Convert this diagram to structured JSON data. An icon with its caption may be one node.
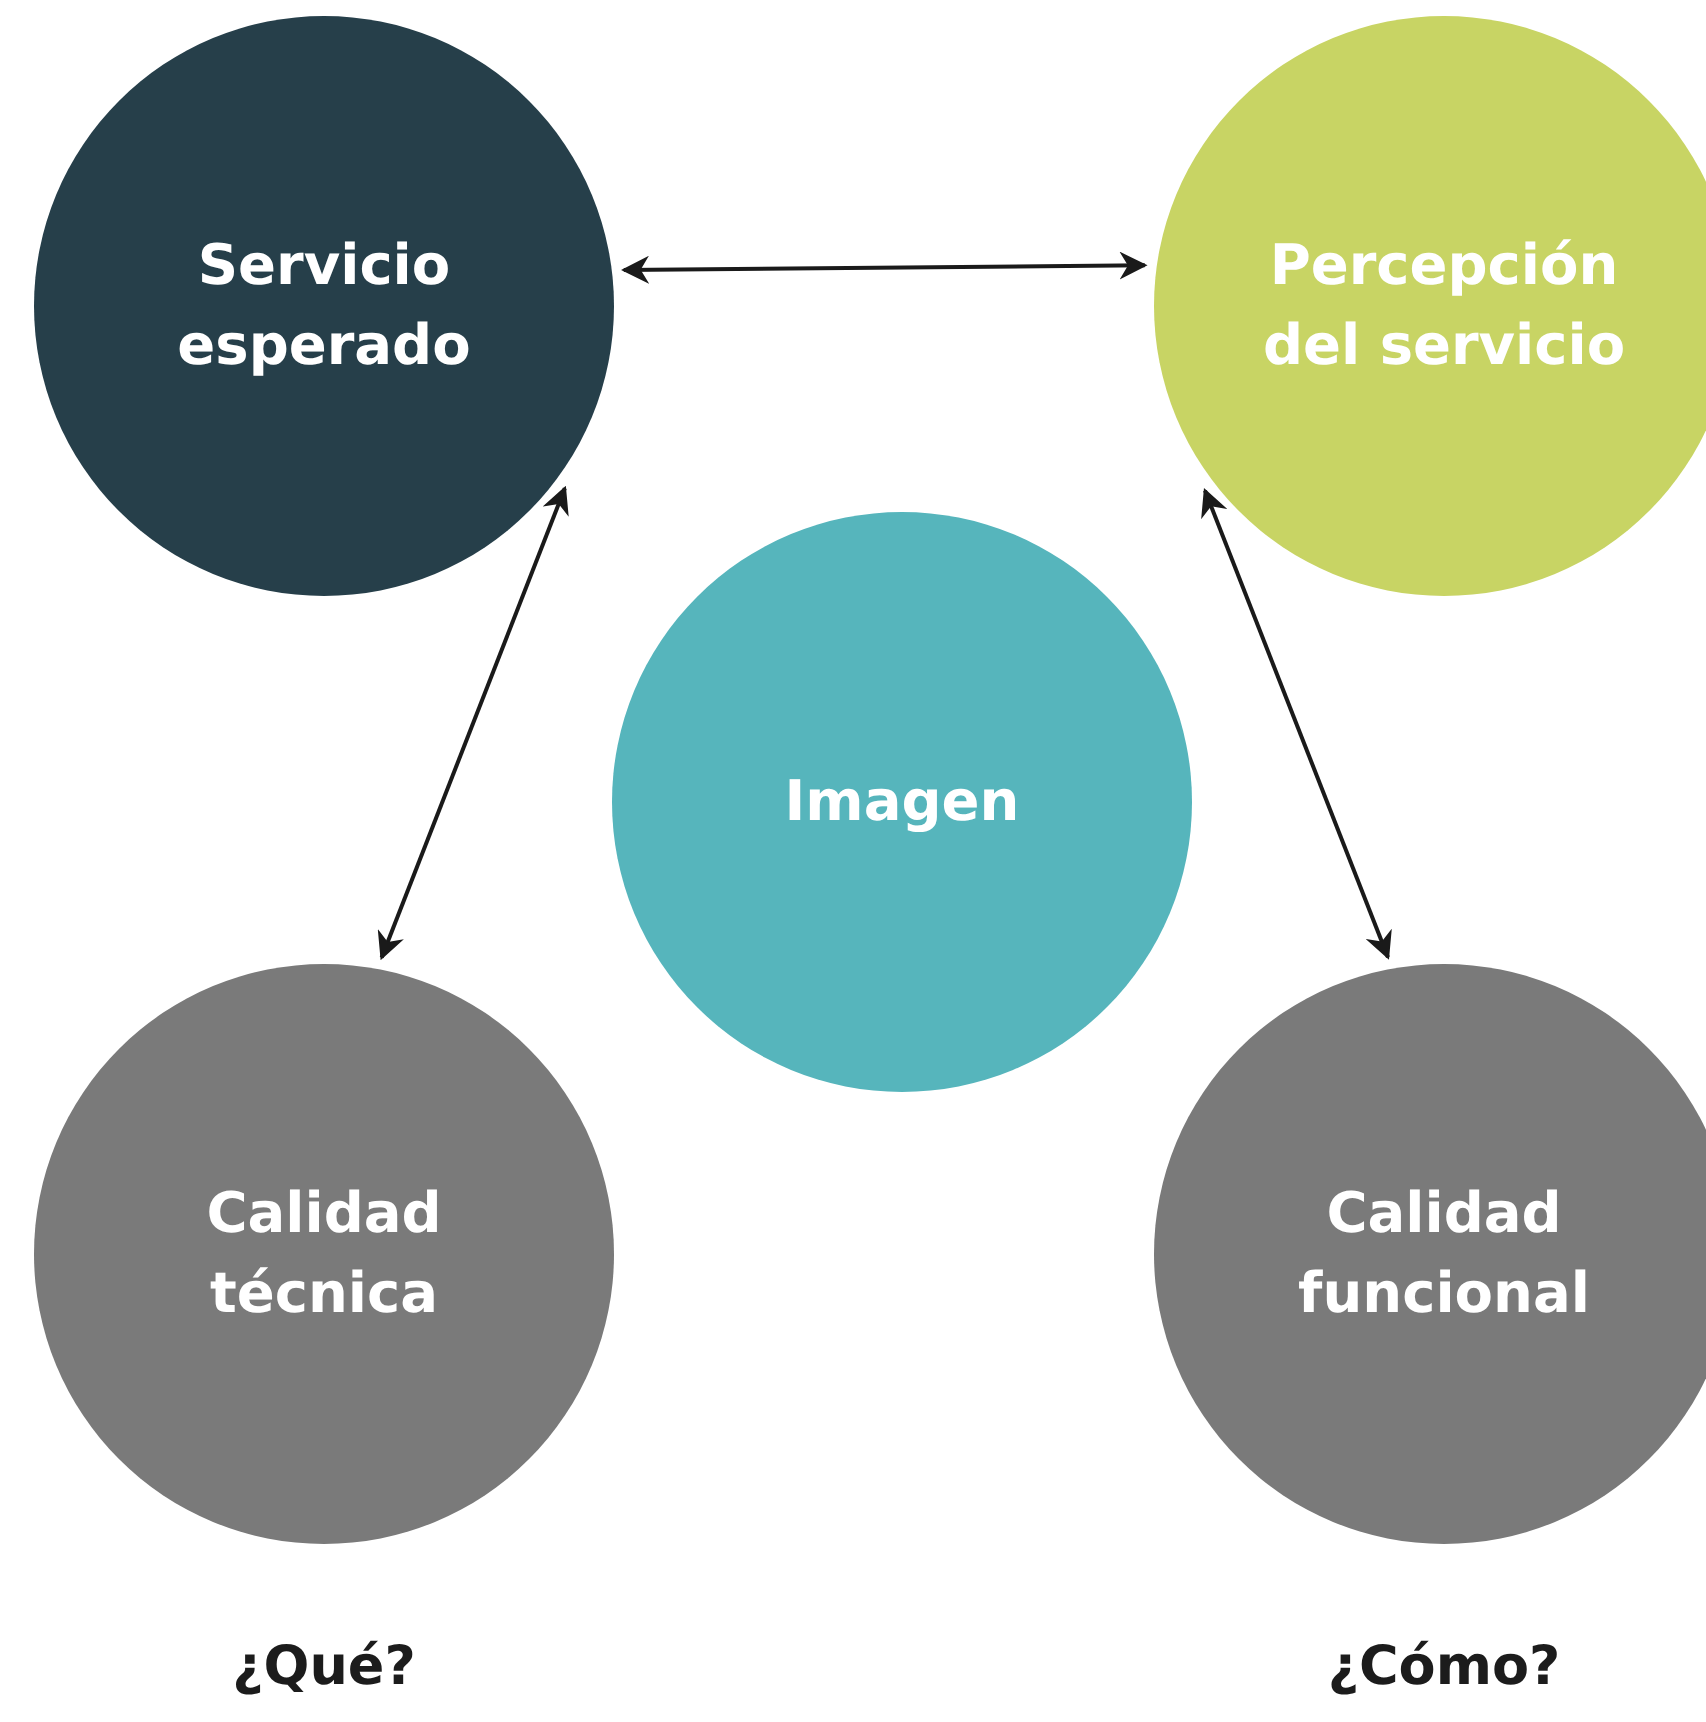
{
  "diagram": {
    "nodes": [
      {
        "text": [
          "Servicio esperado"
        ]
      },
      {
        "text": [
          "Percepción del servicio"
        ]
      },
      {
        "text": [
          "Imagen"
        ]
      },
      {
        "text": [
          "Calidad técnica"
        ]
      },
      {
        "text": [
          "Calidad funcional"
        ]
      }
    ],
    "edges": [
      {
        "from": 0,
        "to": 1,
        "arrow": "both"
      },
      {
        "from": 0,
        "to": 3,
        "arrow": "both"
      },
      {
        "from": 1,
        "to": 4,
        "arrow": "both"
      }
    ],
    "labels": [
      "¿Qué?",
      "¿Cómo?"
    ]
  }
}
